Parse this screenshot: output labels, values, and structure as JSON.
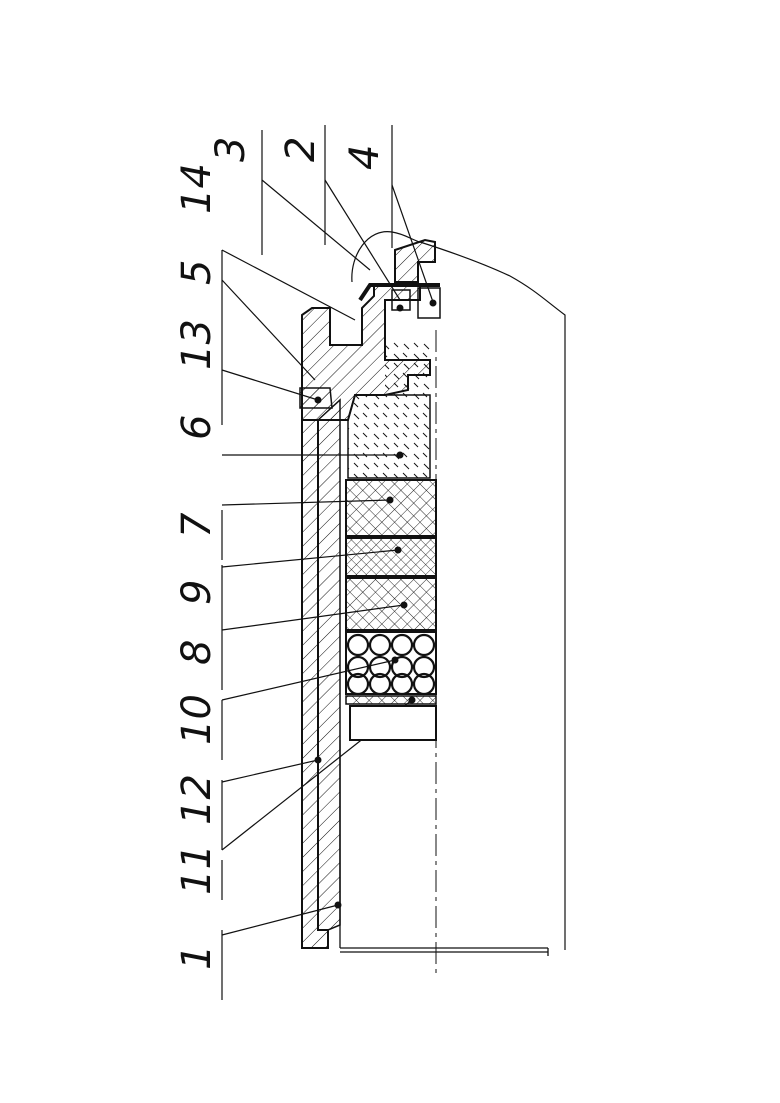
{
  "figure": {
    "callouts": [
      {
        "id": "14",
        "text": "14"
      },
      {
        "id": "3",
        "text": "3"
      },
      {
        "id": "2",
        "text": "2"
      },
      {
        "id": "4",
        "text": "4"
      },
      {
        "id": "5",
        "text": "5"
      },
      {
        "id": "13",
        "text": "13"
      },
      {
        "id": "6",
        "text": "6"
      },
      {
        "id": "7",
        "text": "7"
      },
      {
        "id": "9",
        "text": "9"
      },
      {
        "id": "8",
        "text": "8"
      },
      {
        "id": "10",
        "text": "10"
      },
      {
        "id": "12",
        "text": "12"
      },
      {
        "id": "11",
        "text": "11"
      },
      {
        "id": "1",
        "text": "1"
      }
    ],
    "colors": {
      "line": "#111111",
      "background": "#ffffff"
    }
  }
}
